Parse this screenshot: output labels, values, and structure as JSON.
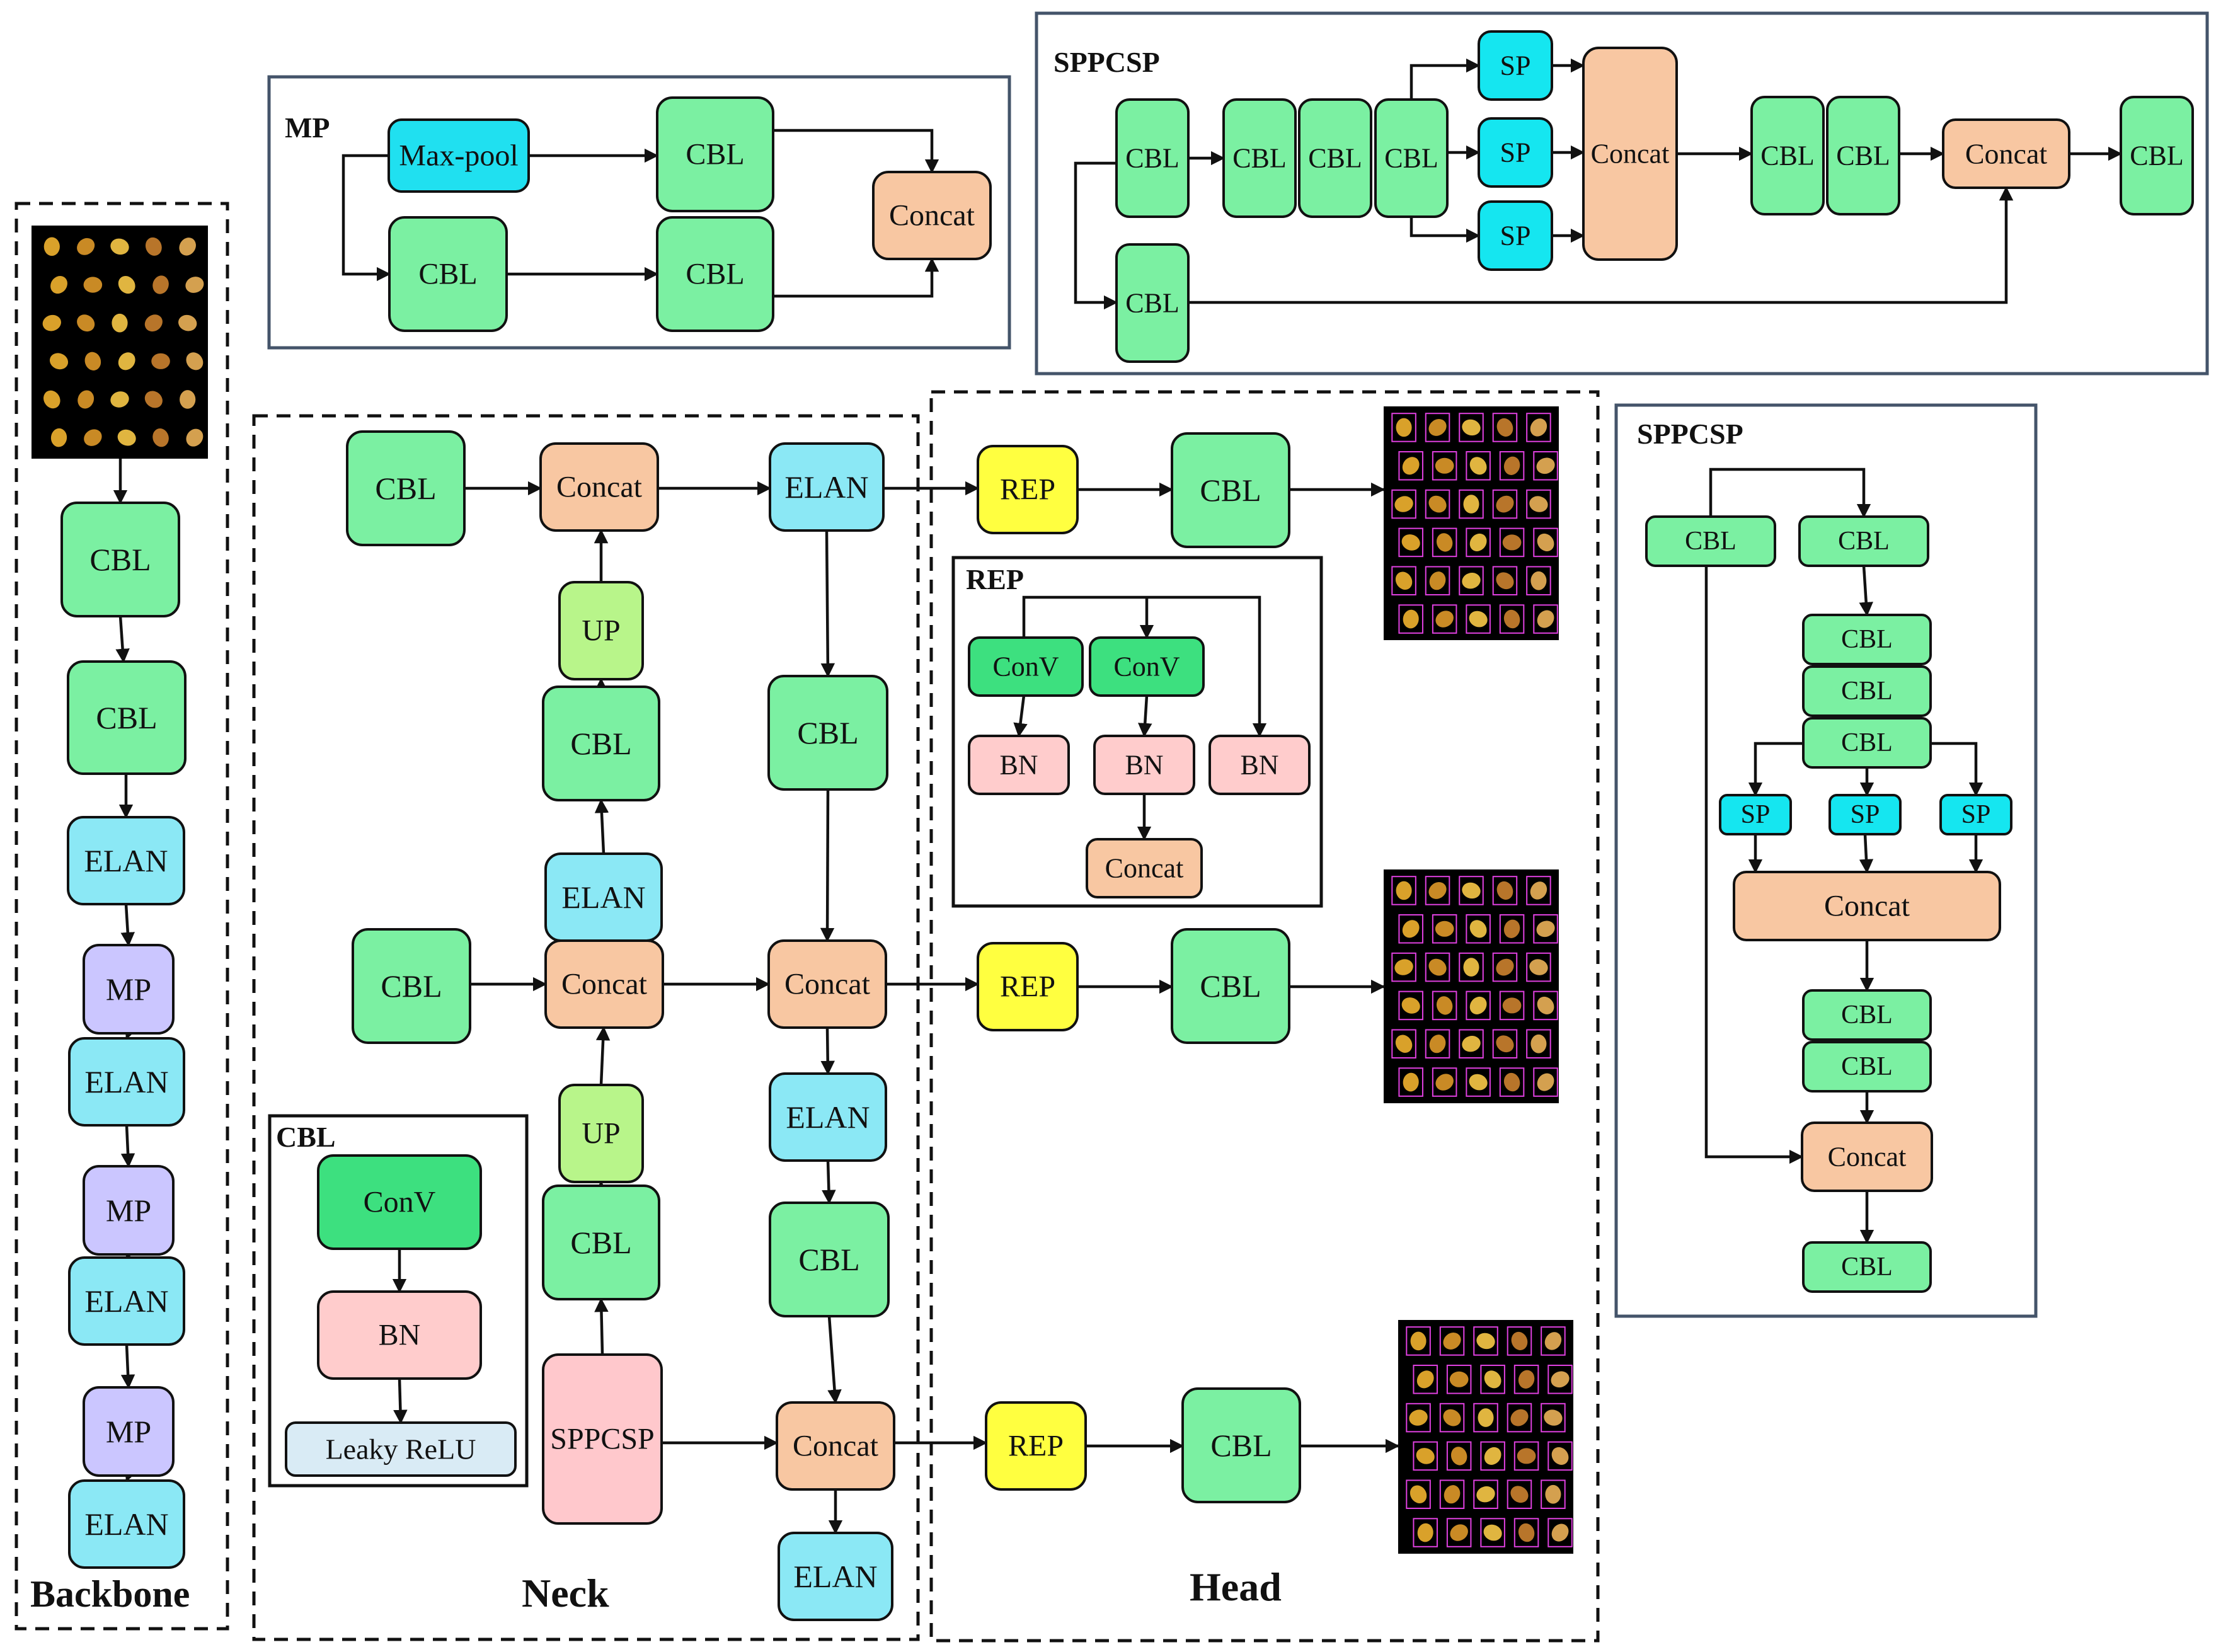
{
  "colors": {
    "cbl": "#7bf0a2",
    "conv": "#3de07f",
    "elan": "#8be8f5",
    "concat": "#f8c7a2",
    "mp": "#cbc6ff",
    "up": "#b8f58a",
    "rep": "#ffff40",
    "bn": "#ffcccc",
    "sp": "#15e6f0",
    "maxpool": "#20e0f0",
    "sppcsp": "#ffc8cc",
    "leaky": "#d9ebf5",
    "image": "#000000"
  },
  "titles": {
    "backbone": "Backbone",
    "neck": "Neck",
    "head": "Head",
    "mp": "MP",
    "sppcsp_top": "SPPCSP",
    "sppcsp_right": "SPPCSP",
    "rep": "REP",
    "cbl": "CBL"
  },
  "backbone": {
    "input_image": "corn-kernels-image",
    "blocks": [
      "CBL",
      "CBL",
      "ELAN",
      "MP",
      "ELAN",
      "MP",
      "ELAN",
      "MP",
      "ELAN"
    ]
  },
  "mp_module": {
    "maxpool": "Max-pool",
    "cbl_top": "CBL",
    "cbl_left": "CBL",
    "cbl_bottom": "CBL",
    "concat": "Concat"
  },
  "sppcsp_top": {
    "cbl_in": "CBL",
    "cbl_bypass": "CBL",
    "cbl_a": "CBL",
    "cbl_b": "CBL",
    "cbl_c": "CBL",
    "sp": [
      "SP",
      "SP",
      "SP"
    ],
    "concat_1": "Concat",
    "cbl_d": "CBL",
    "cbl_e": "CBL",
    "concat_2": "Concat",
    "cbl_out": "CBL"
  },
  "neck": {
    "cbl_top_left": "CBL",
    "concat_top": "Concat",
    "elan_top": "ELAN",
    "up_1": "UP",
    "cbl_1": "CBL",
    "elan_mid": "ELAN",
    "cbl_mid_left": "CBL",
    "concat_mid": "Concat",
    "up_2": "UP",
    "cbl_2": "CBL",
    "sppcsp": "SPPCSP",
    "cbl_right_1": "CBL",
    "concat_right_1": "Concat",
    "elan_right": "ELAN",
    "cbl_right_2": "CBL",
    "concat_right_2": "Concat",
    "elan_bottom": "ELAN"
  },
  "cbl_module": {
    "conv": "ConV",
    "bn": "BN",
    "activation": "Leaky  ReLU"
  },
  "head": {
    "rep_1": "REP",
    "cbl_1": "CBL",
    "rep_2": "REP",
    "cbl_2": "CBL",
    "rep_3": "REP",
    "cbl_3": "CBL",
    "outputs": [
      "detection-output-large",
      "detection-output-medium",
      "detection-output-small"
    ]
  },
  "rep_module": {
    "conv_1": "ConV",
    "conv_2": "ConV",
    "bn_1": "BN",
    "bn_2": "BN",
    "bn_3": "BN",
    "concat": "Concat"
  },
  "sppcsp_right": {
    "cbl_left": "CBL",
    "cbl_top": "CBL",
    "cbl_stack": [
      "CBL",
      "CBL",
      "CBL"
    ],
    "sp": [
      "SP",
      "SP",
      "SP"
    ],
    "concat_1": "Concat",
    "cbl_after": [
      "CBL",
      "CBL"
    ],
    "concat_2": "Concat",
    "cbl_out": "CBL"
  }
}
